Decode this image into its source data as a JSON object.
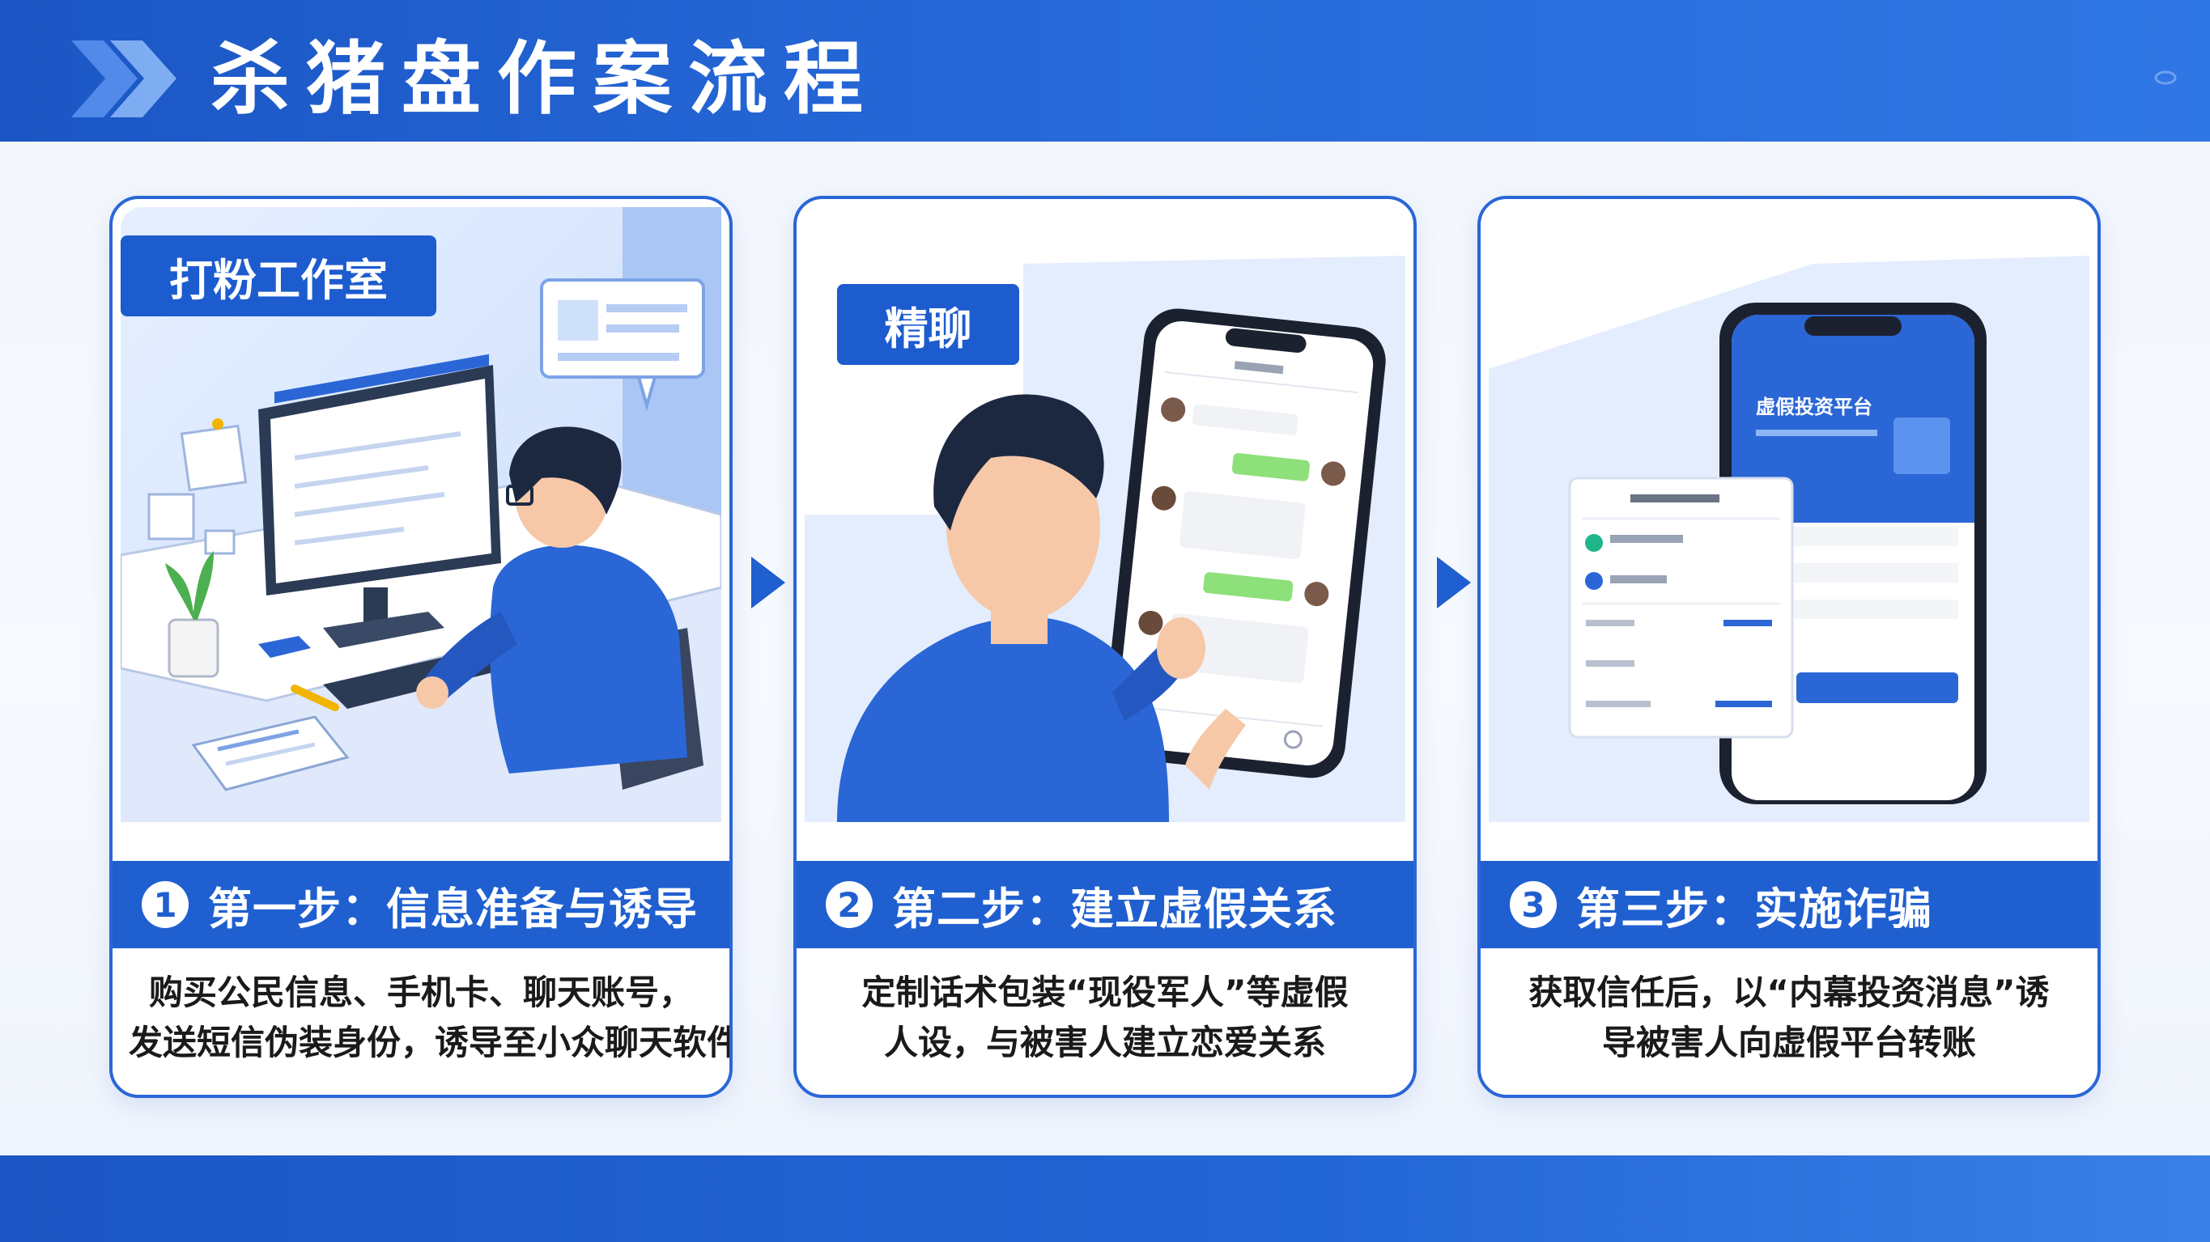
{
  "header": {
    "title": "杀猪盘作案流程"
  },
  "steps": [
    {
      "tag": "打粉工作室",
      "number": "1",
      "title": "第一步：信息准备与诱导",
      "desc": [
        "购买公民信息、手机卡、聊天账号，",
        "发送短信伪装身份，诱导至小众聊天软件"
      ]
    },
    {
      "tag": "精聊",
      "number": "2",
      "title": "第二步：建立虚假关系",
      "desc": [
        "定制话术包装“现役军人”等虚假",
        "人设，与被害人建立恋爱关系"
      ]
    },
    {
      "number": "3",
      "title": "第三步：实施诈骗",
      "desc": [
        "获取信任后，以“内幕投资消息”诱",
        "导被害人向虚假平台转账"
      ],
      "phone_screen_title": "虚假投资平台"
    }
  ],
  "icons": [
    "double-chevron-icon",
    "arrow-right-icon",
    "arrow-right-icon"
  ],
  "colors": {
    "primary": "#1f5fd0",
    "header": "#2366d6",
    "bubble_green": "#8ee07a"
  }
}
